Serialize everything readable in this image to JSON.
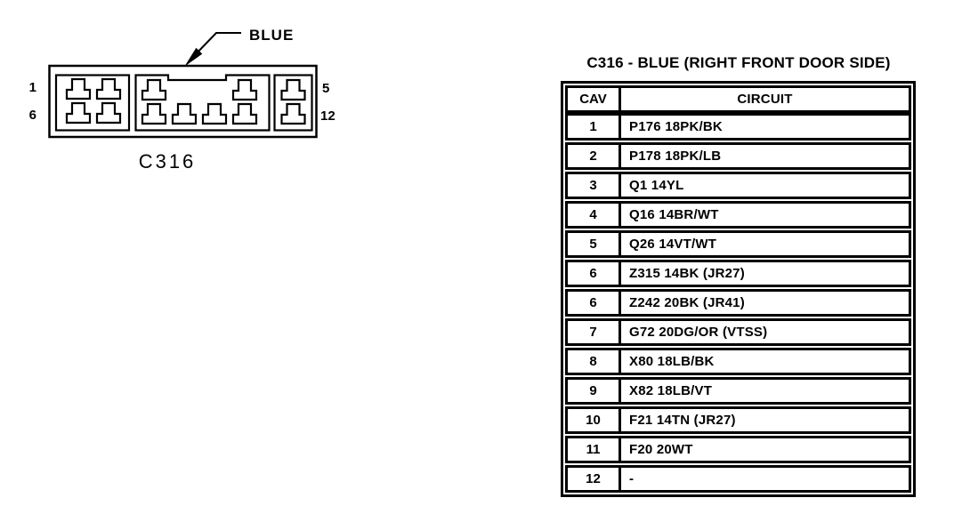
{
  "colors": {
    "ink": "#000000",
    "background": "#ffffff"
  },
  "diagram": {
    "connector_label": "C316",
    "color_callout": "BLUE",
    "pin_labels": {
      "top_left": "1",
      "bottom_left": "6",
      "top_right": "5",
      "bottom_right": "12"
    }
  },
  "table": {
    "title": "C316 - BLUE (RIGHT FRONT DOOR SIDE)",
    "columns": [
      "CAV",
      "CIRCUIT"
    ],
    "rows": [
      {
        "cav": "1",
        "circuit": "P176 18PK/BK"
      },
      {
        "cav": "2",
        "circuit": "P178 18PK/LB"
      },
      {
        "cav": "3",
        "circuit": "Q1 14YL"
      },
      {
        "cav": "4",
        "circuit": "Q16 14BR/WT"
      },
      {
        "cav": "5",
        "circuit": "Q26 14VT/WT"
      },
      {
        "cav": "6",
        "circuit": "Z315 14BK (JR27)"
      },
      {
        "cav": "6",
        "circuit": "Z242 20BK (JR41)"
      },
      {
        "cav": "7",
        "circuit": "G72 20DG/OR (VTSS)"
      },
      {
        "cav": "8",
        "circuit": "X80 18LB/BK"
      },
      {
        "cav": "9",
        "circuit": "X82 18LB/VT"
      },
      {
        "cav": "10",
        "circuit": "F21 14TN (JR27)"
      },
      {
        "cav": "11",
        "circuit": "F20 20WT"
      },
      {
        "cav": "12",
        "circuit": "-"
      }
    ]
  }
}
